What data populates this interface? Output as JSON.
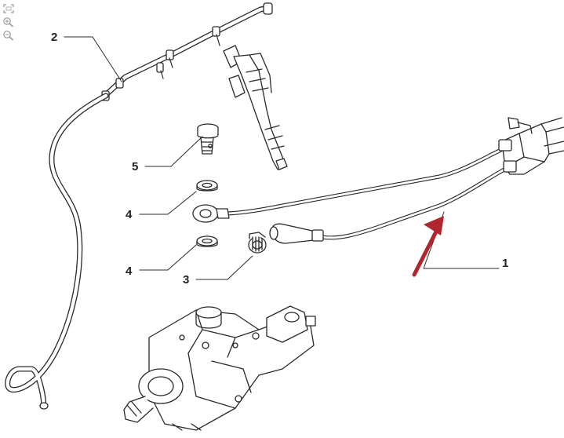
{
  "toolbar": {
    "tools": [
      {
        "icon": "fit-to-page-icon"
      },
      {
        "icon": "zoom-in-icon"
      },
      {
        "icon": "zoom-out-icon"
      }
    ]
  },
  "callouts": [
    "1",
    "2",
    "3",
    "4",
    "4",
    "5"
  ],
  "colors": {
    "line": "#2a2a2a",
    "arrow": "#b0262f",
    "background": "#ffffff"
  }
}
